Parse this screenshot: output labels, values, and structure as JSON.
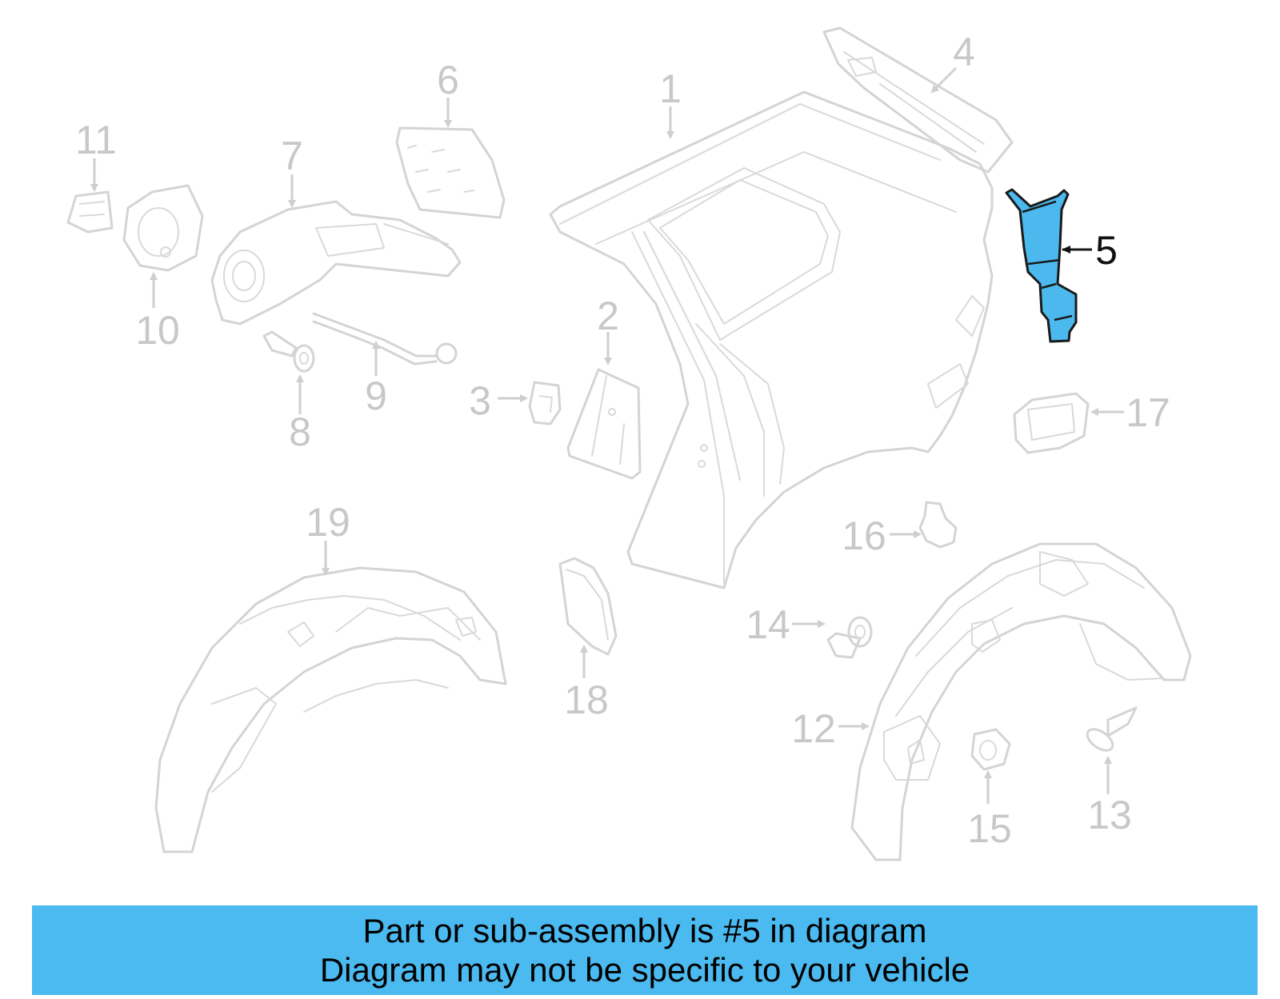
{
  "callouts": {
    "c1": "1",
    "c2": "2",
    "c3": "3",
    "c4": "4",
    "c5": "5",
    "c6": "6",
    "c7": "7",
    "c8": "8",
    "c9": "9",
    "c10": "10",
    "c11": "11",
    "c12": "12",
    "c13": "13",
    "c14": "14",
    "c15": "15",
    "c16": "16",
    "c17": "17",
    "c18": "18",
    "c19": "19"
  },
  "highlight": {
    "part_number": "5",
    "color": "#4bb9ee"
  },
  "notice": {
    "line1": "Part or sub-assembly is #5 in diagram",
    "line2": "Diagram may not be specific to your vehicle",
    "background": "#4bbaf0"
  }
}
